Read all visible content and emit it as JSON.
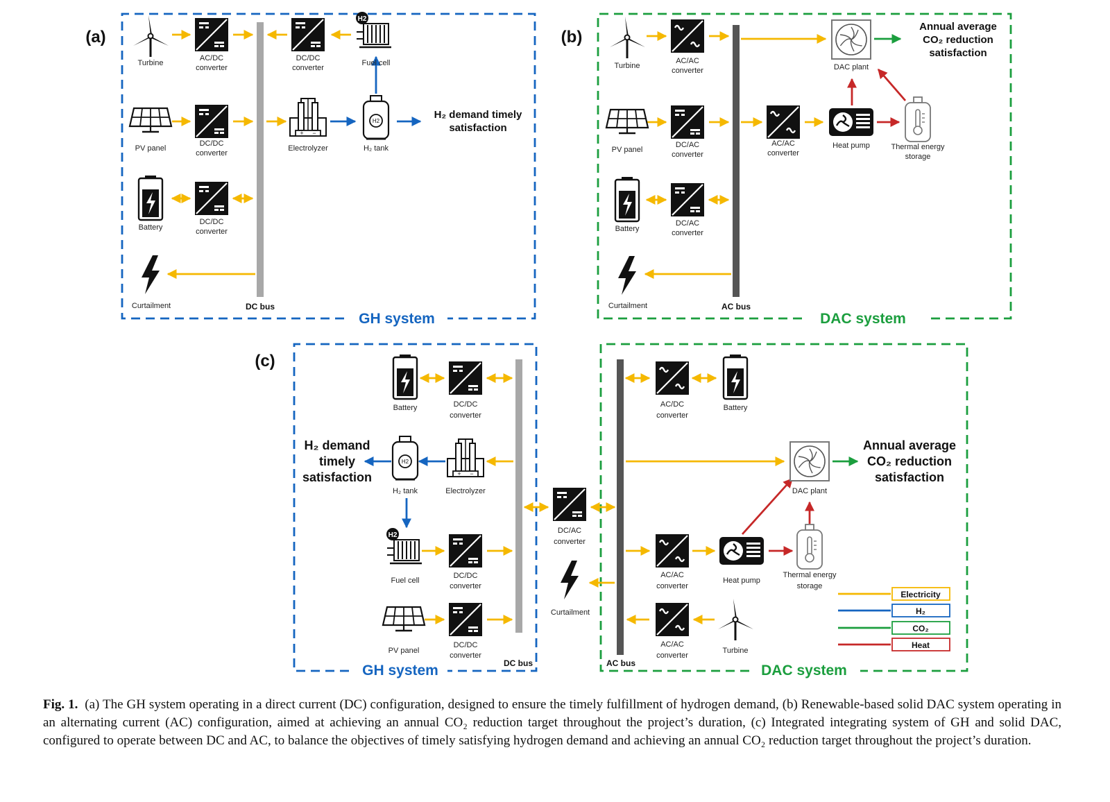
{
  "panels": {
    "a": {
      "id": "(a)",
      "title": "GH system",
      "bus": "DC bus",
      "goal": [
        "H₂ demand timely",
        "satisfaction"
      ],
      "turbine": "Turbine",
      "pv": "PV panel",
      "battery": "Battery",
      "curtailment": "Curtailment",
      "conv_turbine": [
        "AC/DC",
        "converter"
      ],
      "conv_pv": [
        "DC/DC",
        "converter"
      ],
      "conv_battery": [
        "DC/DC",
        "converter"
      ],
      "conv_fc": [
        "DC/DC",
        "converter"
      ],
      "fuel_cell": "Fuel cell",
      "electrolyzer": "Electrolyzer",
      "h2_tank": "H₂ tank"
    },
    "b": {
      "id": "(b)",
      "title": "DAC system",
      "bus": "AC bus",
      "goal": [
        "Annual average",
        "CO₂ reduction",
        "satisfaction"
      ],
      "turbine": "Turbine",
      "pv": "PV panel",
      "battery": "Battery",
      "curtailment": "Curtailment",
      "conv_turbine": [
        "AC/AC",
        "converter"
      ],
      "conv_pv": [
        "DC/AC",
        "converter"
      ],
      "conv_battery": [
        "DC/AC",
        "converter"
      ],
      "conv_hp": [
        "AC/AC",
        "converter"
      ],
      "dac_plant": "DAC plant",
      "heat_pump": "Heat pump",
      "tes": [
        "Thermal energy",
        "storage"
      ]
    },
    "c": {
      "id": "(c)",
      "gh_title": "GH system",
      "dac_title": "DAC system",
      "dc_bus": "DC bus",
      "ac_bus": "AC bus",
      "h2_goal": [
        "H₂ demand",
        "timely",
        "satisfaction"
      ],
      "co2_goal": [
        "Annual average",
        "CO₂ reduction",
        "satisfaction"
      ],
      "battery_gh": "Battery",
      "conv_battery_gh": [
        "DC/DC",
        "converter"
      ],
      "h2_tank": "H₂ tank",
      "electrolyzer": "Electrolyzer",
      "fuel_cell": "Fuel cell",
      "conv_fc": [
        "DC/DC",
        "converter"
      ],
      "pv": "PV panel",
      "conv_pv": [
        "DC/DC",
        "converter"
      ],
      "conv_link": [
        "DC/AC",
        "converter"
      ],
      "curtailment": "Curtailment",
      "conv_battery_dac": [
        "AC/DC",
        "converter"
      ],
      "battery_dac": "Battery",
      "dac_plant": "DAC plant",
      "conv_hp": [
        "AC/AC",
        "converter"
      ],
      "heat_pump": "Heat pump",
      "tes": [
        "Thermal energy",
        "storage"
      ],
      "conv_turbine": [
        "AC/AC",
        "converter"
      ],
      "turbine": "Turbine"
    }
  },
  "legend": {
    "items": [
      {
        "label": "Electricity",
        "color": "#f5b800"
      },
      {
        "label": "H₂",
        "color": "#1565c0"
      },
      {
        "label": "CO₂",
        "color": "#1b9e3e"
      },
      {
        "label": "Heat",
        "color": "#c62828"
      }
    ]
  },
  "colors": {
    "electricity": "#f5b800",
    "h2": "#1565c0",
    "co2": "#1b9e3e",
    "heat": "#c62828",
    "gh_border": "#1565c0",
    "dac_border": "#1b9e3e",
    "dc_bus": "#a8a8a8",
    "ac_bus": "#555555"
  },
  "caption": {
    "label": "Fig. 1.",
    "text": "(a) The GH system operating in a direct current (DC) configuration, designed to ensure the timely fulfillment of hydrogen demand, (b) Renewable-based solid DAC system operating in an alternating current (AC) configuration, aimed at achieving an annual CO₂ reduction target throughout the project’s duration, (c) Integrated integrating system of GH and solid DAC, configured to operate between DC and AC, to balance the objectives of timely satisfying hydrogen demand and achieving an annual CO₂ reduction target throughout the project’s duration."
  }
}
